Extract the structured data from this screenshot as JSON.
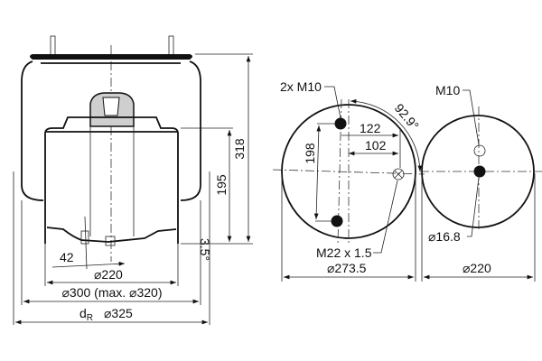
{
  "side_view": {
    "dim_height_total": "318",
    "dim_height_piston": "195",
    "dim_angle": "3.5°",
    "dim_offset": "42",
    "dim_piston_dia": "⌀220",
    "dim_bellow_dia": "⌀300 (max. ⌀320)",
    "dim_dr_label": "d",
    "dim_dr_sub": "R",
    "dim_dr_value": "⌀325"
  },
  "top_plate_view": {
    "studs_label": "2x M10",
    "angle_label": "92.9°",
    "dim_122": "122",
    "dim_102": "102",
    "dim_198": "198",
    "air_fitting_label": "M22 x 1.5",
    "diameter_label": "⌀273.5"
  },
  "piston_view": {
    "thread_label": "M10",
    "hole_label": "⌀16.8",
    "diameter_label": "⌀220"
  }
}
